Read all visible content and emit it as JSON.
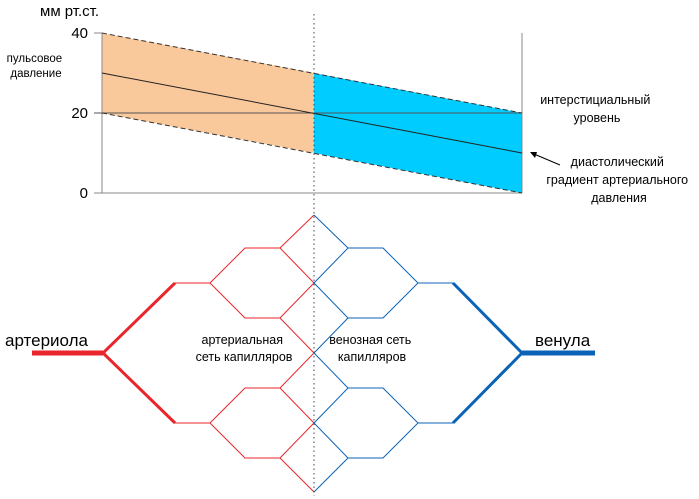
{
  "chart": {
    "y_unit": "мм рт.ст.",
    "y_ticks": [
      "40",
      "20",
      "0"
    ],
    "pulse_pressure_label": [
      "пульсовое",
      "давление"
    ],
    "interstitial_label": [
      "интерстициальный",
      "уровень"
    ],
    "diastolic_label": [
      "диастолический",
      "градиент артериального",
      "давления"
    ],
    "colors": {
      "arterial_fill": "#f9c89b",
      "venous_fill": "#00ccff",
      "axis": "#888888"
    }
  },
  "network": {
    "arteriole_label": "артериола",
    "venule_label": "венула",
    "arterial_net_label": [
      "артериальная",
      "сеть капилляров"
    ],
    "venous_net_label": [
      "венозная сеть",
      "капилляров"
    ],
    "colors": {
      "arterial": "#e8262b",
      "venous": "#0b63b8"
    }
  }
}
